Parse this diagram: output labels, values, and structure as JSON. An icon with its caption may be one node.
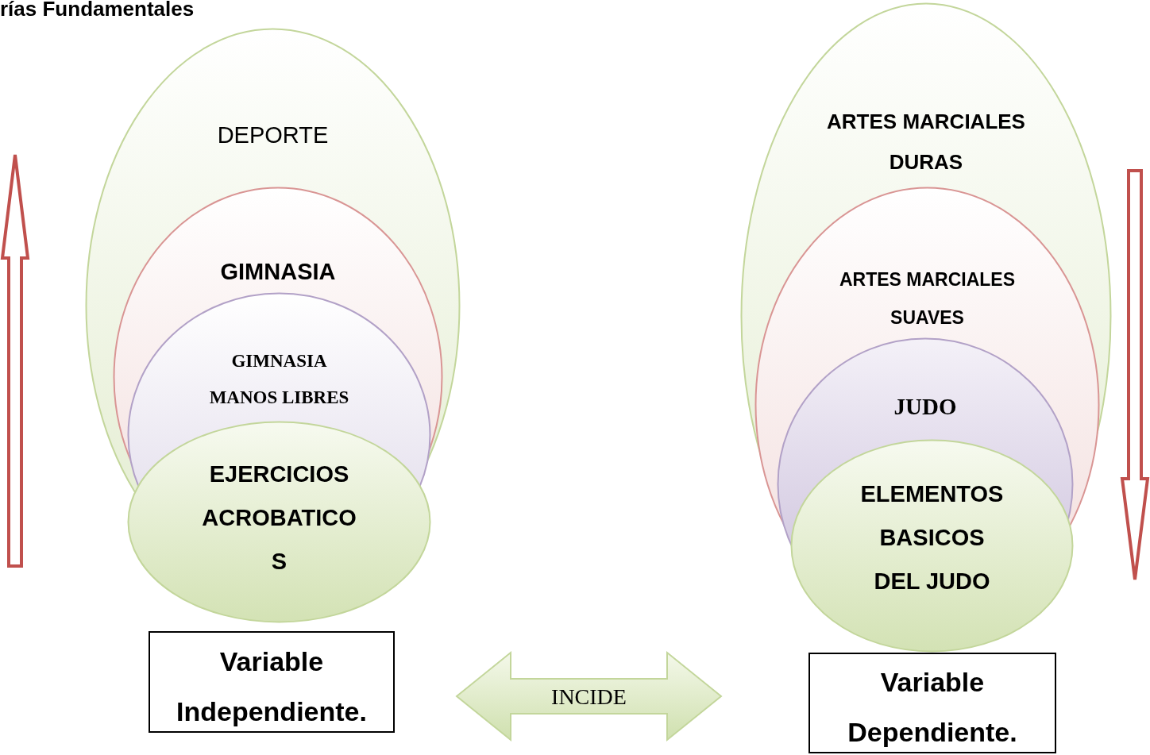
{
  "diagram": {
    "title": "rías Fundamentales",
    "nodes": [
      {
        "text": [
          "DEPORTE"
        ]
      },
      {
        "text": [
          "GIMNASIA"
        ],
        "in": 0
      },
      {
        "text": [
          "GIMNASIA MANOS LIBRES"
        ],
        "in": 1
      },
      {
        "text": [
          "EJERCICIOS ACROBATICO S"
        ]
      },
      {
        "text": [
          "Variable Independiente."
        ]
      },
      {
        "text": [
          "ARTES MARCIALES DURAS"
        ]
      },
      {
        "text": [
          "ARTES MARCIALES SUAVES"
        ],
        "in": 5
      },
      {
        "text": [
          "JUDO"
        ],
        "in": 6
      },
      {
        "text": [
          "ELEMENTOS BASICOS DEL JUDO"
        ]
      },
      {
        "text": [
          "Variable Dependiente."
        ]
      }
    ],
    "edges": [
      {
        "from": 4,
        "to": 9,
        "arrow": "both",
        "label": "INCIDE"
      }
    ]
  }
}
